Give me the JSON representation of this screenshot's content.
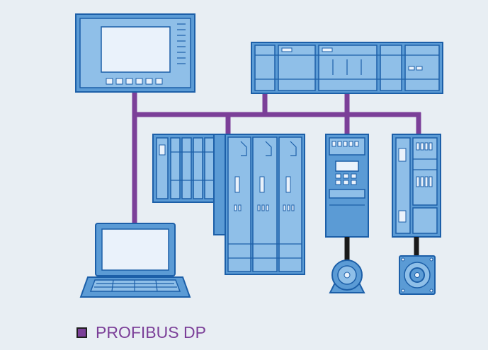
{
  "network": {
    "name": "PROFIBUS DP",
    "color": "#7b3f98"
  },
  "palette": {
    "device_fill": "#5b9bd5",
    "device_light": "#8fbfe8",
    "device_stroke": "#1c5fa8",
    "screen_fill": "#eaf2fb",
    "cable": "#1a1a1a",
    "background": "#e8eef3"
  },
  "devices": [
    {
      "id": "hmi-panel",
      "icon": "hmi-touch-panel-icon"
    },
    {
      "id": "plc",
      "icon": "plc-controller-icon"
    },
    {
      "id": "distributed-io",
      "icon": "distributed-io-station-icon"
    },
    {
      "id": "multi-axis-drive",
      "icon": "multi-axis-servo-drive-icon"
    },
    {
      "id": "frequency-converter",
      "icon": "frequency-converter-icon"
    },
    {
      "id": "servo-drive",
      "icon": "servo-drive-icon"
    },
    {
      "id": "laptop",
      "icon": "engineering-laptop-icon"
    },
    {
      "id": "asynchronous-motor",
      "icon": "asynchronous-motor-icon"
    },
    {
      "id": "servo-motor",
      "icon": "servo-motor-icon"
    }
  ]
}
